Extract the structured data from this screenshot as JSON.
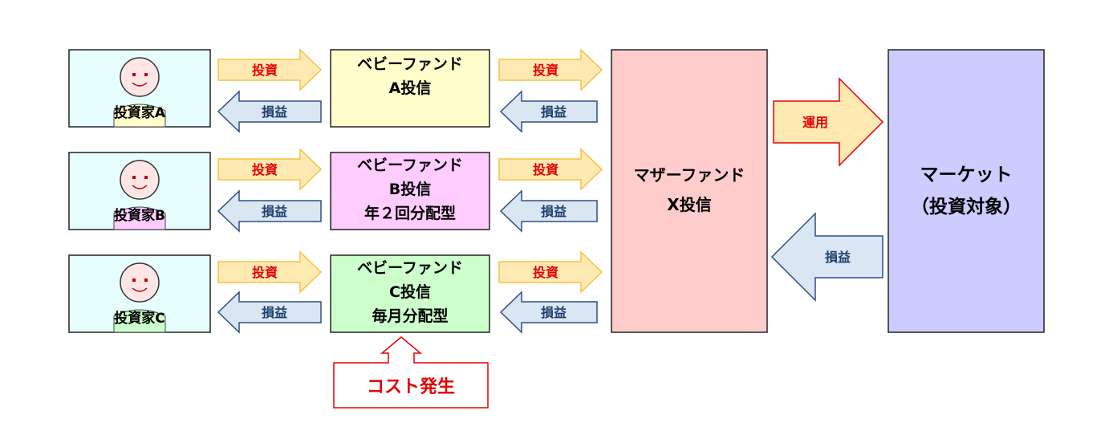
{
  "investors": [
    {
      "label": "投資家A",
      "bg": "#e6fffd"
    },
    {
      "label": "投資家B",
      "bg": "#e6fffd"
    },
    {
      "label": "投資家C",
      "bg": "#e6fffd"
    }
  ],
  "baby_funds": [
    {
      "lines": [
        "ベビーファンド",
        "A投信"
      ],
      "fill": "#ffffcc"
    },
    {
      "lines": [
        "ベビーファンド",
        "B投信",
        "年２回分配型"
      ],
      "fill": "#ffccff"
    },
    {
      "lines": [
        "ベビーファンド",
        "C投信",
        "毎月分配型"
      ],
      "fill": "#ccffcc"
    }
  ],
  "mother_fund": {
    "lines": [
      "マザーファンド",
      "X投信"
    ],
    "fill": "#ffcccc"
  },
  "market": {
    "lines": [
      "マーケット",
      "（投資対象）"
    ],
    "fill": "#ccccff"
  },
  "arrows": {
    "invest": "投資",
    "pnl": "損益",
    "operate": "運用"
  },
  "cost_callout": "コスト発生",
  "colors": {
    "invest_fill": "#ffe9b3",
    "invest_stroke": "#f5c242",
    "invest_text": "#e60000",
    "pnl_fill": "#dae6f2",
    "pnl_stroke": "#2f4f86",
    "pnl_text": "#1f3f6e",
    "operate_fill": "#ffe9b3",
    "operate_stroke": "#e60000",
    "cost_text": "#e60000",
    "box_stroke": "#222222"
  }
}
